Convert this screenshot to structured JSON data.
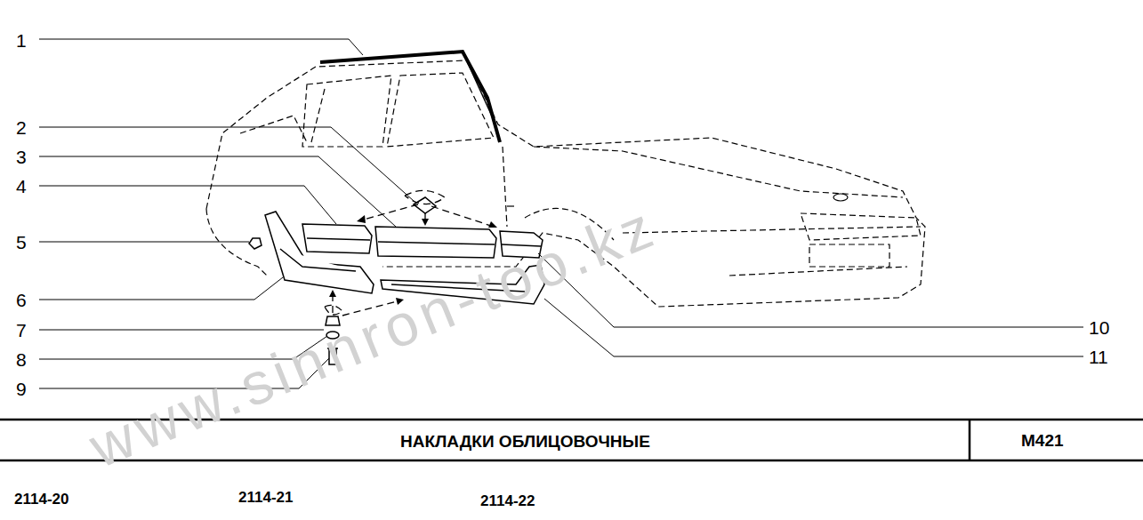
{
  "diagram": {
    "title": "НАКЛАДКИ ОБЛИЦОВОЧНЫЕ",
    "labels": [
      "1",
      "2",
      "3",
      "4",
      "5",
      "6",
      "7",
      "8",
      "9",
      "10",
      "11",
      "M421",
      "2114-20",
      "2114-21",
      "2114-22",
      "www.sinnron-too.kz"
    ]
  }
}
